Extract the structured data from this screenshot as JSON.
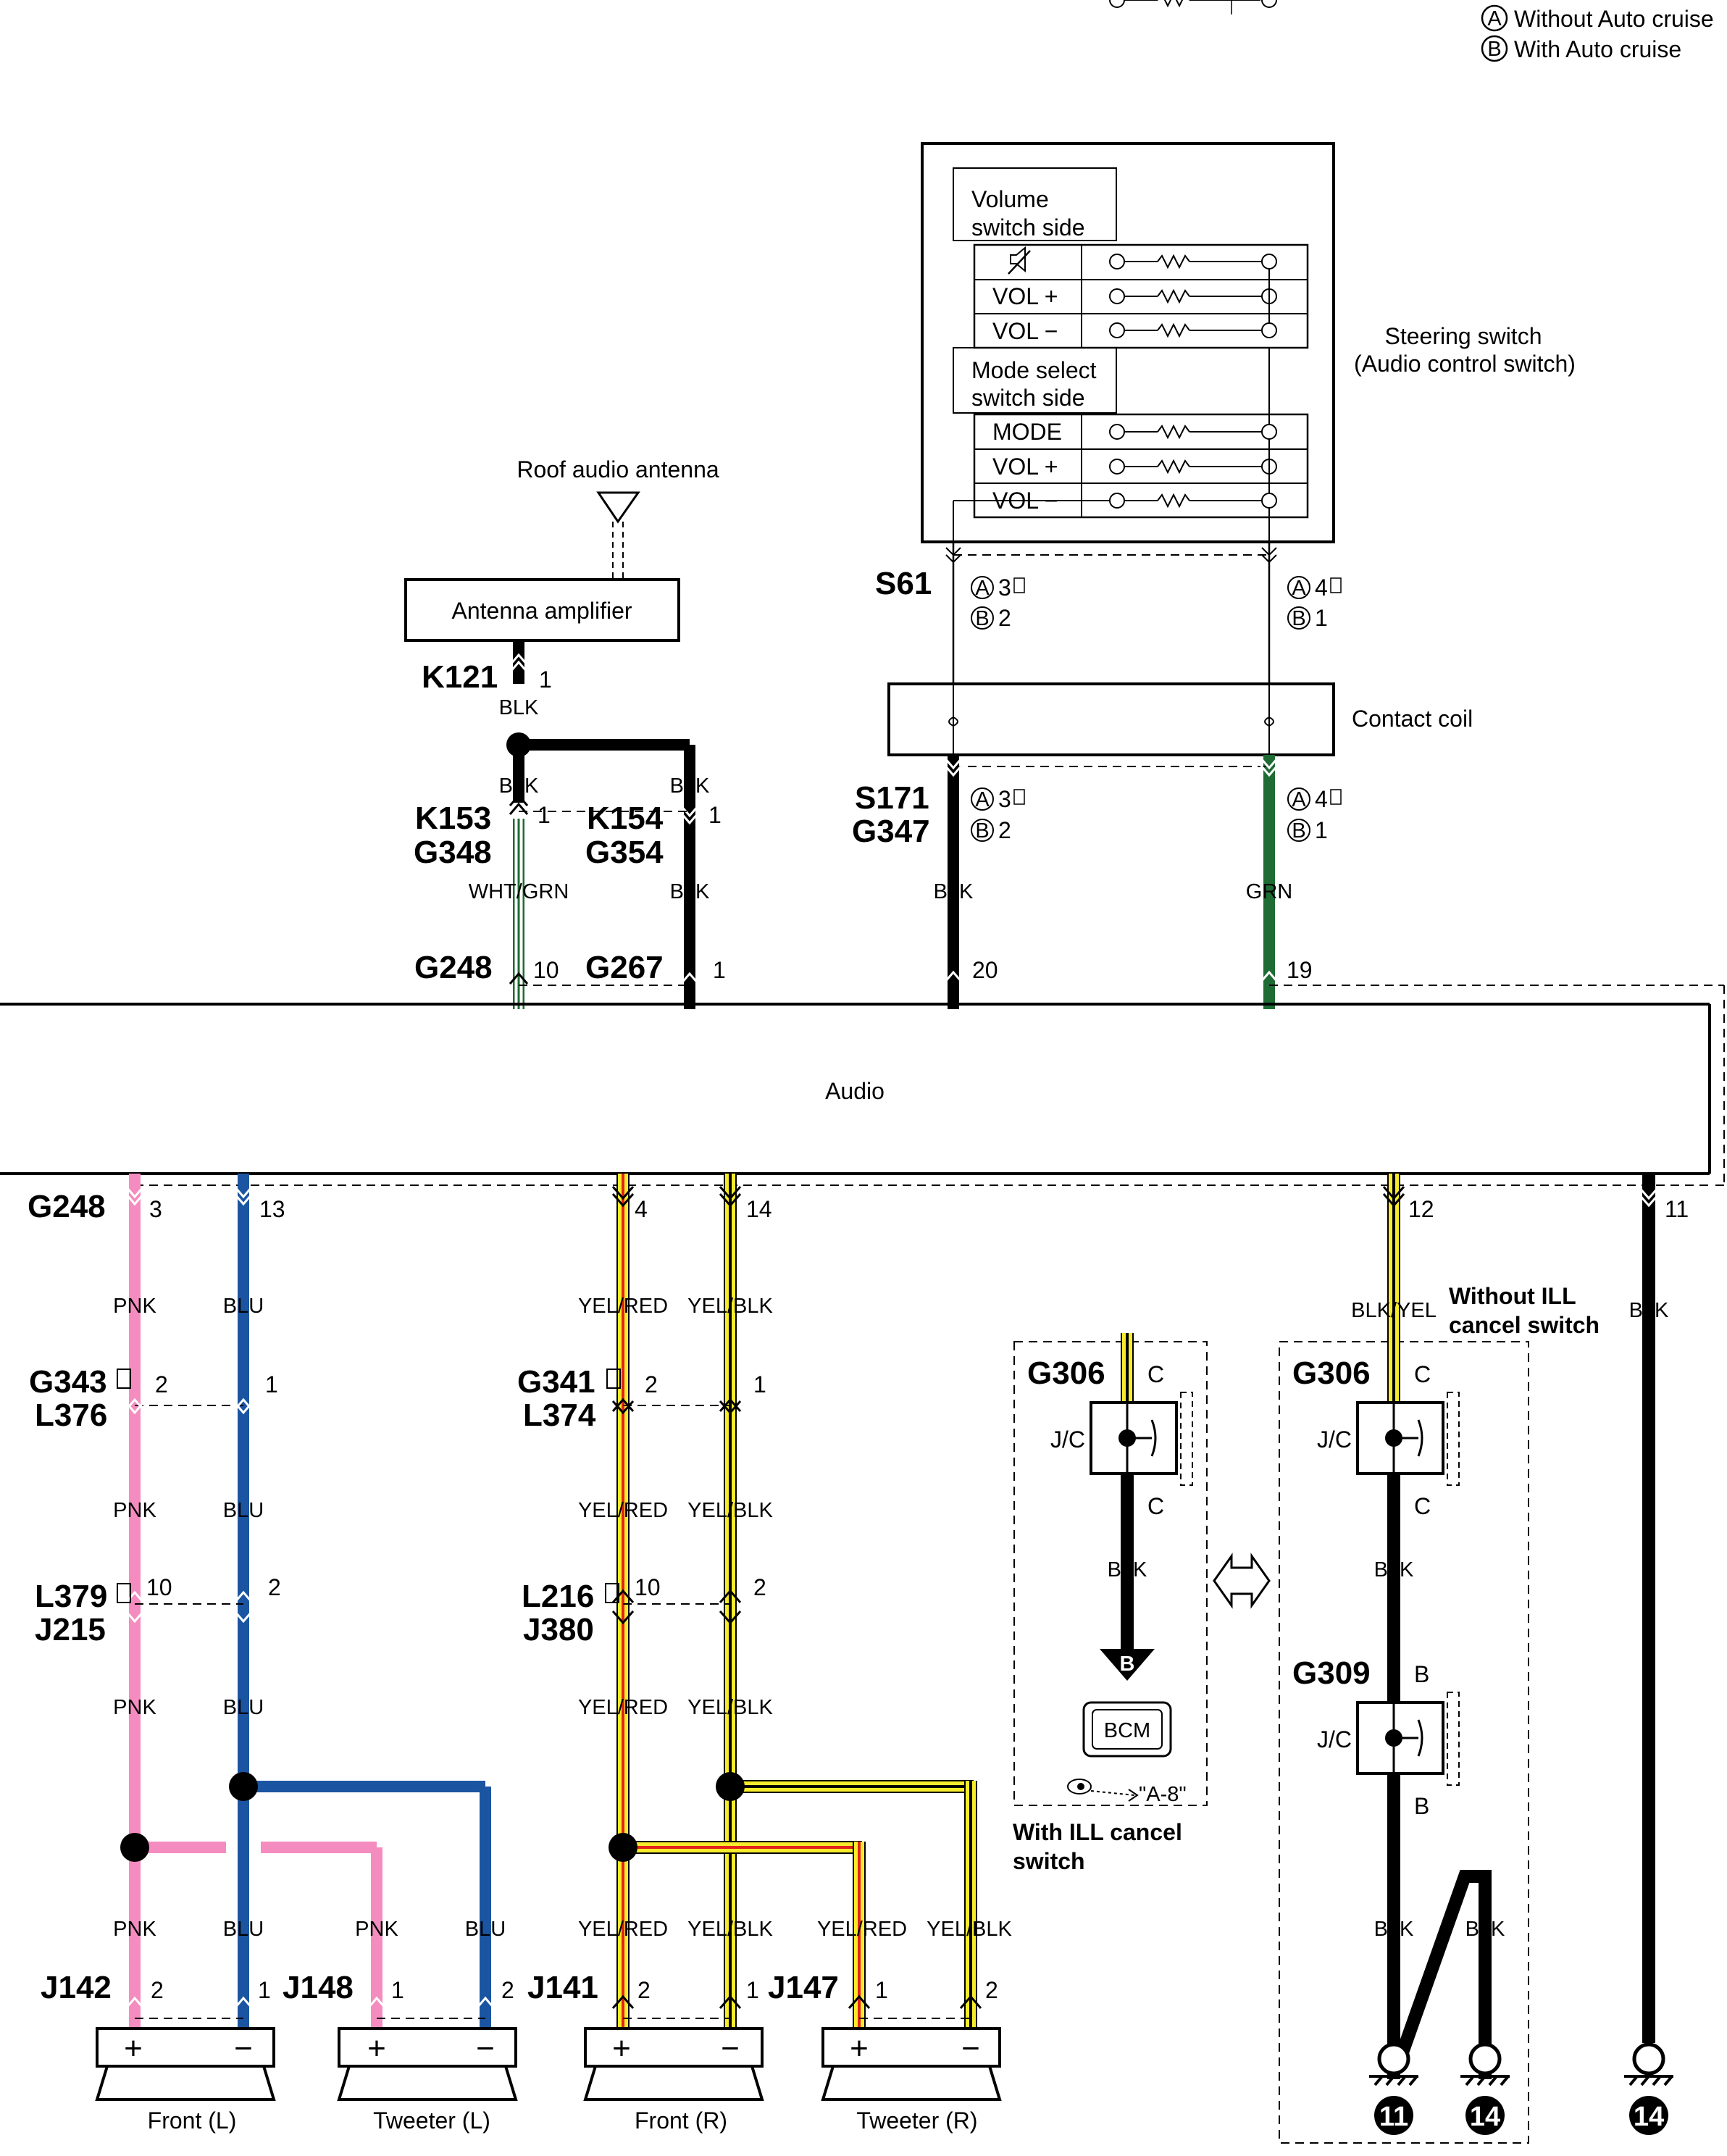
{
  "legend": {
    "a_symbol": "A",
    "a_text": "Without Auto cruise",
    "b_symbol": "B",
    "b_text": "With Auto cruise"
  },
  "colors": {
    "PNK": "#f58cbf",
    "BLU": "#1b55a2",
    "YEL": "#f6ec2b",
    "RED": "#e2231a",
    "BLK": "#000000",
    "GRN": "#1f6b34",
    "WHT": "#ffffff"
  },
  "steering": {
    "title_line1": "Steering switch",
    "title_line2": "(Audio control switch)",
    "volume_side_1": "Volume",
    "volume_side_2": "switch side",
    "mode_side_1": "Mode select",
    "mode_side_2": "switch side",
    "vol_plus": "VOL +",
    "vol_minus": "VOL −",
    "mode": "MODE",
    "mute_icon": "mute-icon"
  },
  "antenna": {
    "title": "Roof audio antenna",
    "amplifier": "Antenna amplifier"
  },
  "contact_coil": "Contact coil",
  "audio": "Audio",
  "connectors": {
    "s61": "S61",
    "s61_a_left": "3",
    "s61_b_left": "2",
    "s61_a_right": "4",
    "s61_b_right": "1",
    "s171": "S171",
    "g347": "G347",
    "s171_a_left": "3",
    "s171_b_left": "2",
    "s171_a_right": "4",
    "s171_b_right": "1",
    "k121": "K121",
    "k121_pin": "1",
    "k153": "K153",
    "g348": "G348",
    "k153_pin": "1",
    "k154": "K154",
    "g354": "G354",
    "k154_pin": "1",
    "g248_top": "G248",
    "g248_top_pin": "10",
    "g267": "G267",
    "g267_pin": "1",
    "pin20": "20",
    "pin19": "19",
    "g248_bottom": "G248",
    "p3": "3",
    "p13": "13",
    "p4": "4",
    "p14": "14",
    "p12": "12",
    "p11": "11",
    "g343": "G343",
    "l376": "L376",
    "g343_p2": "2",
    "g343_p1": "1",
    "g341": "G341",
    "l374": "L374",
    "g341_p2": "2",
    "g341_p1": "1",
    "l379": "L379",
    "j215": "J215",
    "l379_p10": "10",
    "l379_p2": "2",
    "l216": "L216",
    "j380": "J380",
    "l216_p10": "10",
    "l216_p2": "2",
    "j142": "J142",
    "j142_p2": "2",
    "j142_p1": "1",
    "j148": "J148",
    "j148_p1": "1",
    "j148_p2": "2",
    "j141": "J141",
    "j141_p2": "2",
    "j141_p1": "1",
    "j147": "J147",
    "j147_p1": "1",
    "j147_p2": "2",
    "g306": "G306",
    "c": "C",
    "jc": "J/C",
    "g309": "G309",
    "b": "B"
  },
  "wires": {
    "blk": "BLK",
    "wht_grn": "WHT/GRN",
    "grn": "GRN",
    "pnk": "PNK",
    "blu": "BLU",
    "yel_red": "YEL/RED",
    "yel_blk": "YEL/BLK",
    "blk_yel": "BLK/YEL"
  },
  "speakers": {
    "front_l": "Front (L)",
    "tweeter_l": "Tweeter (L)",
    "front_r": "Front (R)",
    "tweeter_r": "Tweeter (R)",
    "plus": "+",
    "minus": "−"
  },
  "ill": {
    "without_1": "Without ILL",
    "without_2": "cancel switch",
    "with_1": "With ILL cancel",
    "with_2": "switch",
    "bcm": "BCM",
    "bcm_ref": "\"A-8\"",
    "b_arrow": "B"
  },
  "grounds": {
    "g11a": "11",
    "g14a": "14",
    "g14b": "14"
  }
}
